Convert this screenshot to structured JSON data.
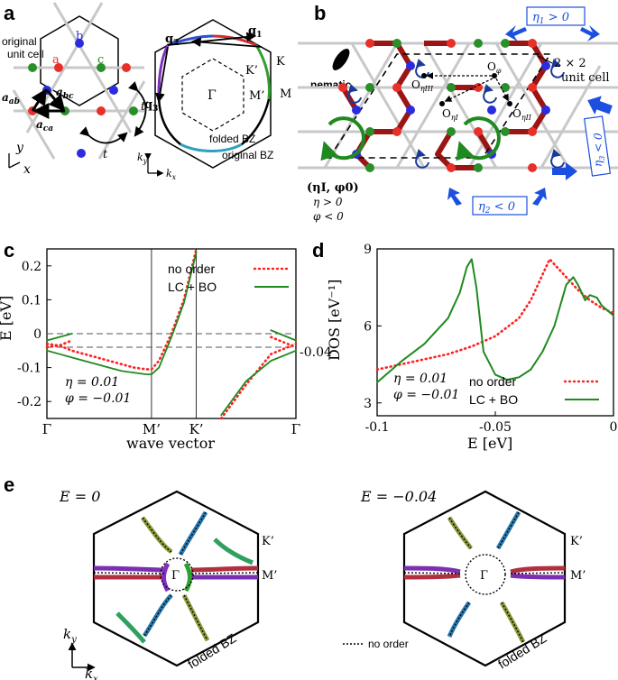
{
  "panels": {
    "a": {
      "label": "a",
      "unit_cell_label_1": "original",
      "unit_cell_label_2": "unit cell",
      "site_a": "a",
      "site_b": "b",
      "site_c": "c",
      "vec_ab": "a",
      "vec_ab_sub": "ab",
      "vec_bc": "a",
      "vec_bc_sub": "bc",
      "vec_ca": "a",
      "vec_ca_sub": "ca",
      "hop_t": "t",
      "hop_tp": "t′",
      "axis_y": "y",
      "axis_x": "x",
      "q1": "q",
      "q1_sub": "1",
      "q2": "q",
      "q2_sub": "2",
      "q3": "q",
      "q3_sub": "3",
      "K": "K",
      "Kp": "K’",
      "M": "M",
      "Mp": "M’",
      "Gamma": "Γ",
      "folded_bz": "folded BZ",
      "original_bz": "original BZ",
      "ky": "k",
      "ky_sub": "y",
      "kx": "k",
      "kx_sub": "x"
    },
    "b": {
      "label": "b",
      "nematic": "nematic",
      "eta1": "η",
      "eta1_sub": "1",
      "eta1_rel": " > 0",
      "eta2": "η",
      "eta2_sub": "2",
      "eta2_rel": " < 0",
      "eta3": "η",
      "eta3_sub": "3",
      "eta3_rel": " < 0",
      "unit_cell_1": "2 × 2",
      "unit_cell_2": "unit cell",
      "O_phi": "O",
      "O_phi_sub": "φ",
      "O_eta_III": "O",
      "O_eta_III_sub": "ηIII",
      "O_eta_I": "O",
      "O_eta_I_sub": "ηI",
      "O_eta_II": "O",
      "O_eta_II_sub": "ηII",
      "order_tuple": "(ηI, φ0)",
      "cond_eta": "η > 0",
      "cond_phi": "φ < 0"
    },
    "c": {
      "label": "c",
      "ylabel": "E  [eV]",
      "xlabel": "wave vector",
      "ticks_y": [
        "0.2",
        "0.1",
        "0",
        "-0.1",
        "-0.2"
      ],
      "ticks_x": [
        "Γ",
        "M’",
        "K’",
        "Γ"
      ],
      "marker_right": "-0.04",
      "legend_dotted": "no order",
      "legend_solid": "LC + BO",
      "param_eta": "η = 0.01",
      "param_phi": "φ = −0.01"
    },
    "d": {
      "label": "d",
      "ylabel": "DOS  [eV⁻¹]",
      "xlabel": "E  [eV]",
      "ticks_y": [
        "9",
        "6",
        "3"
      ],
      "ticks_x": [
        "-0.1",
        "-0.05",
        "0"
      ],
      "legend_dotted": "no order",
      "legend_solid": "LC + BO",
      "param_eta": "η = 0.01",
      "param_phi": "φ = −0.01"
    },
    "e": {
      "label": "e",
      "left_title": "E = 0",
      "right_title": "E = −0.04",
      "Kp": "K’",
      "Mp": "M’",
      "Gamma": "Γ",
      "folded_bz": "folded BZ",
      "ky": "k",
      "ky_sub": "y",
      "kx": "k",
      "kx_sub": "x",
      "no_order": "no order"
    }
  },
  "colors": {
    "site_a": "#e8302a",
    "site_b": "#2b2be0",
    "site_c": "#2a8f2a",
    "bond_order": "#9b1515",
    "loop_current": "#1f8a1f",
    "arrow_blue": "#1a4fe0",
    "dotted_red": "#ff2020",
    "solid_green": "#1f8a1f"
  },
  "chart_data": [
    {
      "type": "line",
      "panel": "c",
      "xlabel": "wave vector",
      "ylabel": "E [eV]",
      "categories": [
        "Γ",
        "M’",
        "K’",
        "Γ"
      ],
      "ylim": [
        -0.25,
        0.25
      ],
      "reference_lines": [
        0,
        -0.04
      ],
      "series": [
        {
          "name": "no order",
          "style": "dotted",
          "x": [
            0,
            0.05,
            0.1,
            0.2,
            0.3,
            0.35,
            0.4,
            0.42,
            0.45,
            0.5,
            0.55,
            0.6,
            0.7,
            0.8,
            0.9,
            1.0
          ],
          "y": [
            -0.03,
            -0.035,
            -0.05,
            -0.07,
            -0.09,
            -0.1,
            -0.105,
            -0.105,
            -0.08,
            0.0,
            0.1,
            0.25,
            -0.25,
            -0.15,
            -0.06,
            -0.03
          ]
        },
        {
          "name": "LC + BO",
          "style": "solid",
          "x": [
            0,
            0.05,
            0.1,
            0.2,
            0.3,
            0.35,
            0.4,
            0.42,
            0.45,
            0.5,
            0.55,
            0.6,
            0.7,
            0.8,
            0.9,
            1.0
          ],
          "y": [
            -0.05,
            -0.06,
            -0.07,
            -0.09,
            -0.11,
            -0.115,
            -0.12,
            -0.12,
            -0.1,
            -0.01,
            0.09,
            0.24,
            -0.24,
            -0.14,
            -0.08,
            -0.05
          ]
        }
      ]
    },
    {
      "type": "line",
      "panel": "d",
      "xlabel": "E [eV]",
      "ylabel": "DOS [eV⁻¹]",
      "xlim": [
        -0.1,
        0
      ],
      "ylim": [
        2.5,
        9
      ],
      "series": [
        {
          "name": "no order",
          "style": "dotted",
          "x": [
            -0.1,
            -0.09,
            -0.08,
            -0.07,
            -0.06,
            -0.05,
            -0.04,
            -0.035,
            -0.03,
            -0.027,
            -0.025,
            -0.02,
            -0.015,
            -0.01,
            -0.005,
            0
          ],
          "y": [
            4.3,
            4.5,
            4.7,
            4.9,
            5.2,
            5.6,
            6.3,
            7.0,
            8.0,
            8.6,
            8.4,
            7.9,
            7.4,
            7.0,
            6.7,
            6.5
          ]
        },
        {
          "name": "LC + BO",
          "style": "solid",
          "x": [
            -0.1,
            -0.09,
            -0.08,
            -0.07,
            -0.065,
            -0.062,
            -0.06,
            -0.058,
            -0.055,
            -0.05,
            -0.045,
            -0.04,
            -0.035,
            -0.03,
            -0.025,
            -0.02,
            -0.017,
            -0.015,
            -0.012,
            -0.01,
            -0.007,
            -0.005,
            0
          ],
          "y": [
            3.8,
            4.6,
            5.3,
            6.3,
            7.3,
            8.3,
            8.6,
            7.5,
            5.0,
            4.1,
            3.9,
            4.0,
            4.3,
            5.0,
            6.0,
            7.6,
            7.9,
            7.6,
            7.0,
            7.2,
            7.1,
            6.8,
            6.4
          ]
        }
      ]
    }
  ]
}
